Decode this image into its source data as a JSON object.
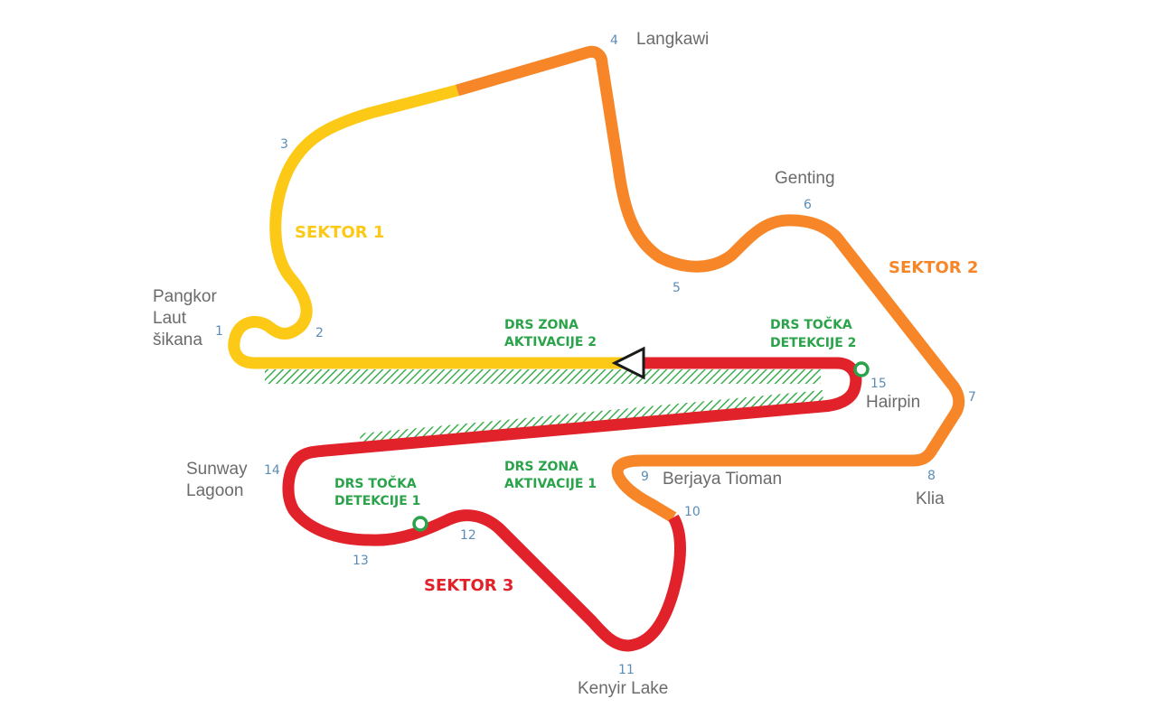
{
  "colors": {
    "sector1": "#fcc916",
    "sector2": "#f78628",
    "sector3": "#e2222a",
    "drs": "#2aa34a",
    "corner_number": "#5b8db8",
    "corner_name": "#6b6b6b"
  },
  "sectors": [
    {
      "id": "1",
      "label": "SEKTOR 1"
    },
    {
      "id": "2",
      "label": "SEKTOR 2"
    },
    {
      "id": "3",
      "label": "SEKTOR 3"
    }
  ],
  "corners": [
    {
      "number": "1",
      "name_lines": [
        "Pangkor",
        "Laut",
        "šikana"
      ]
    },
    {
      "number": "2",
      "name_lines": []
    },
    {
      "number": "3",
      "name_lines": []
    },
    {
      "number": "4",
      "name_lines": [
        "Langkawi"
      ]
    },
    {
      "number": "5",
      "name_lines": []
    },
    {
      "number": "6",
      "name_lines": [
        "Genting"
      ]
    },
    {
      "number": "7",
      "name_lines": []
    },
    {
      "number": "8",
      "name_lines": [
        "Klia"
      ]
    },
    {
      "number": "9",
      "name_lines": [
        "Berjaya Tioman"
      ]
    },
    {
      "number": "10",
      "name_lines": []
    },
    {
      "number": "11",
      "name_lines": [
        "Kenyir Lake"
      ]
    },
    {
      "number": "12",
      "name_lines": []
    },
    {
      "number": "13",
      "name_lines": []
    },
    {
      "number": "14",
      "name_lines": [
        "Sunway",
        "Lagoon"
      ]
    },
    {
      "number": "15",
      "name_lines": [
        "Hairpin"
      ]
    }
  ],
  "drs": {
    "zone2": [
      "DRS ZONA",
      "AKTIVACIJE 2"
    ],
    "zone1": [
      "DRS ZONA",
      "AKTIVACIJE 1"
    ],
    "detection2": [
      "DRS TOČKA",
      "DETEKCIJE 2"
    ],
    "detection1": [
      "DRS TOČKA",
      "DETEKCIJE 1"
    ]
  },
  "start_finish": {
    "direction": "left"
  }
}
